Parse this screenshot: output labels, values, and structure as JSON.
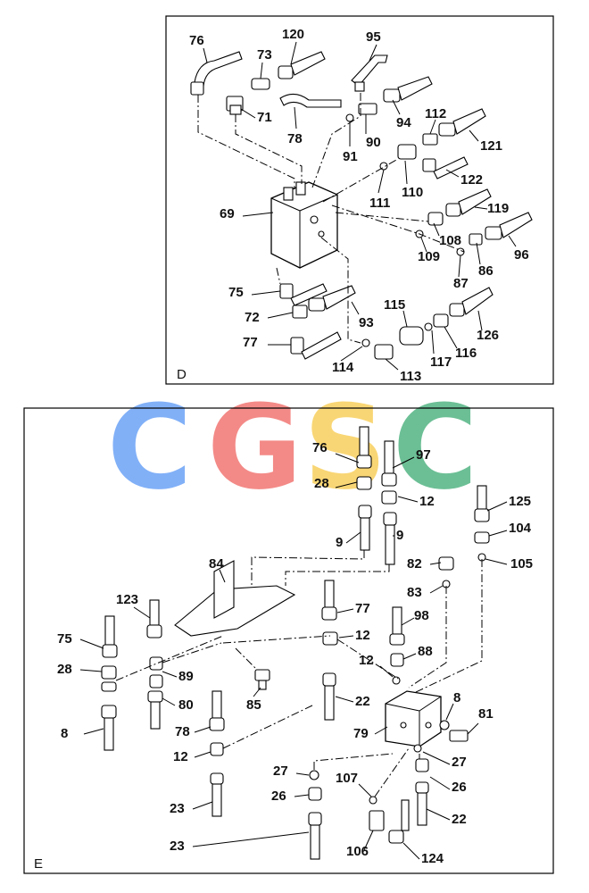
{
  "watermark": {
    "text": "CGSC",
    "colors": [
      "#4d8ff5",
      "#ee5a55",
      "#f7c63c",
      "#2fa569"
    ]
  },
  "panel_d": {
    "corner_label": "D",
    "labels": [
      "76",
      "120",
      "95",
      "73",
      "71",
      "78",
      "94",
      "91",
      "90",
      "112",
      "121",
      "122",
      "110",
      "111",
      "69",
      "119",
      "108",
      "109",
      "96",
      "86",
      "87",
      "75",
      "115",
      "72",
      "93",
      "126",
      "77",
      "116",
      "117",
      "114",
      "113"
    ]
  },
  "panel_e": {
    "corner_label": "E",
    "labels": [
      "76",
      "97",
      "28",
      "12",
      "125",
      "9",
      "9",
      "104",
      "82",
      "105",
      "84",
      "83",
      "77",
      "123",
      "98",
      "75",
      "12",
      "88",
      "28",
      "12",
      "89",
      "8",
      "81",
      "80",
      "85",
      "22",
      "8",
      "78",
      "79",
      "12",
      "27",
      "27",
      "26",
      "107",
      "26",
      "23",
      "22",
      "23",
      "106",
      "124"
    ]
  }
}
